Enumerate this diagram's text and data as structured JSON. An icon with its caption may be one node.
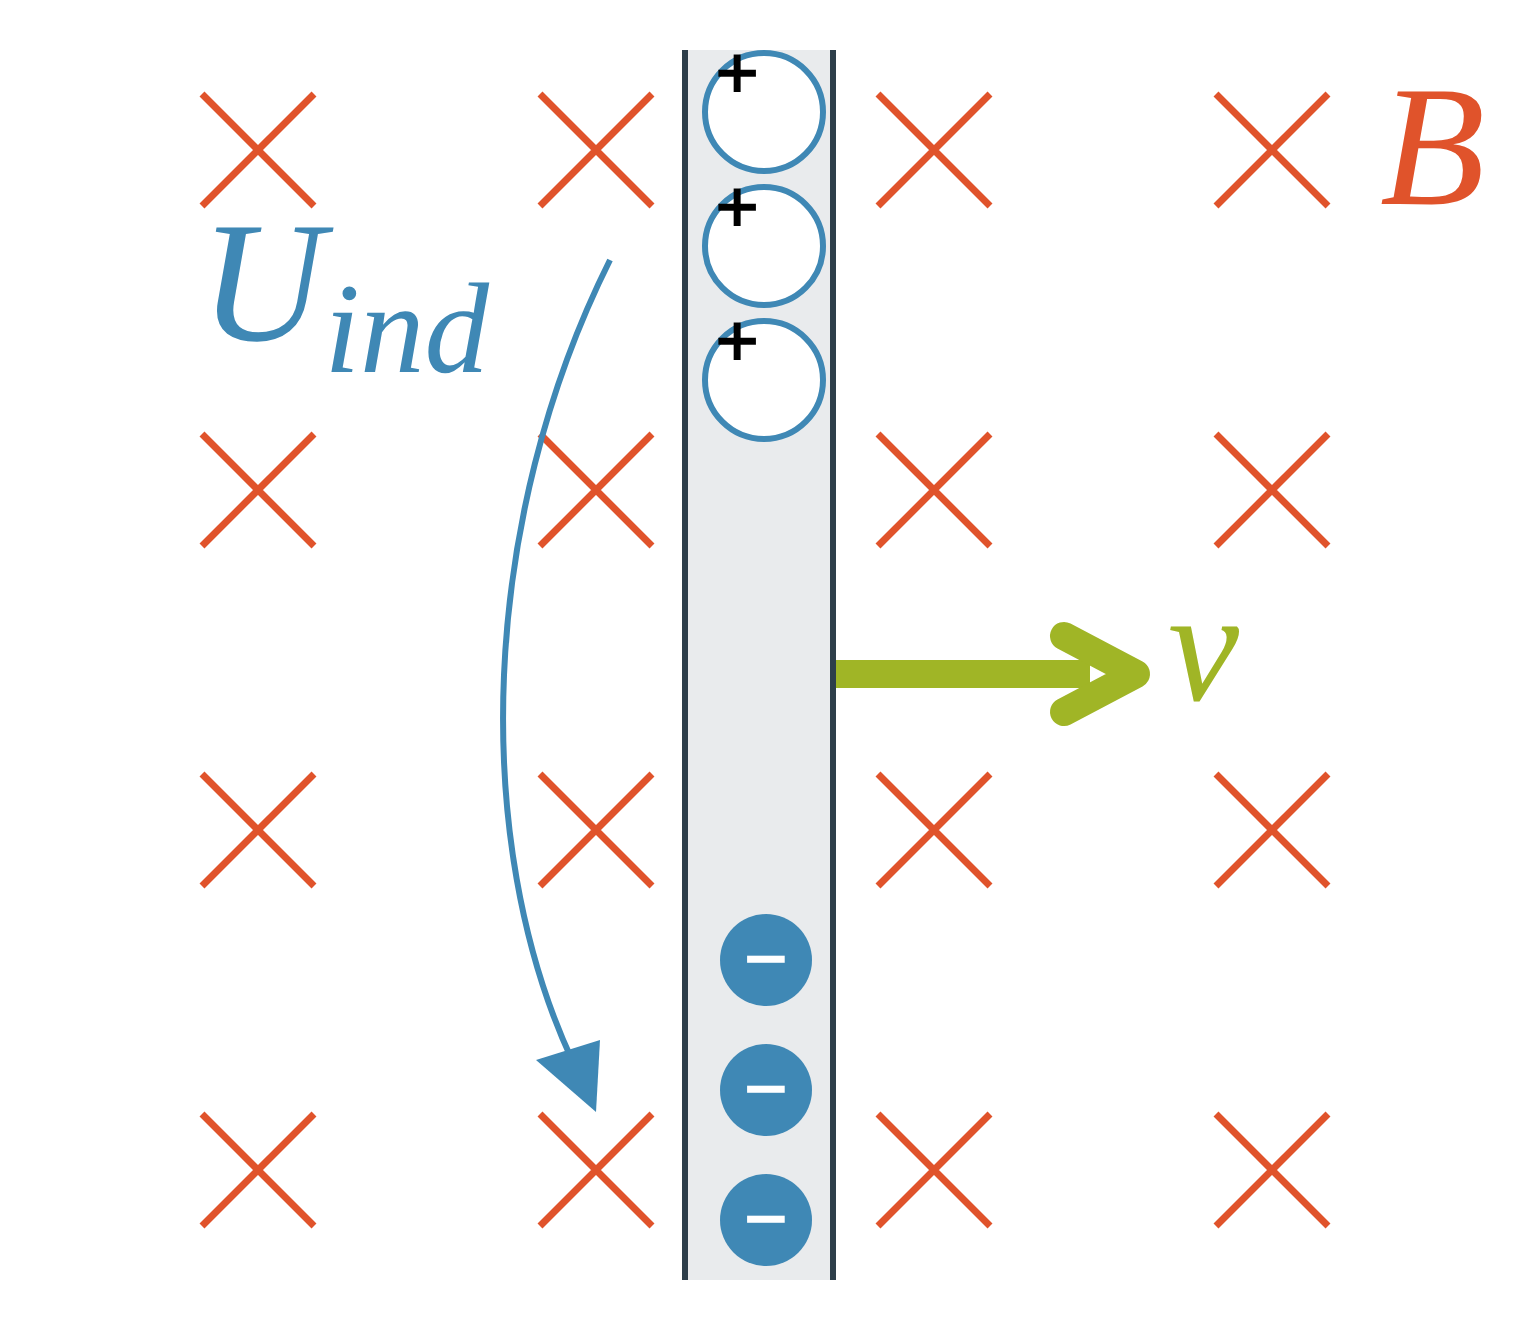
{
  "diagram": {
    "nodes": [
      {
        "text": [],
        "shape": "bar"
      },
      {
        "text": [
          "+"
        ],
        "in": 0
      },
      {
        "text": [
          "+"
        ],
        "in": 0
      },
      {
        "text": [
          "+"
        ],
        "in": 0
      },
      {
        "text": [
          "−"
        ],
        "in": 0
      },
      {
        "text": [
          "−"
        ],
        "in": 0
      },
      {
        "text": [
          "−"
        ],
        "in": 0
      }
    ],
    "labels": [
      "U$_{ind}$",
      "B",
      "v"
    ]
  }
}
